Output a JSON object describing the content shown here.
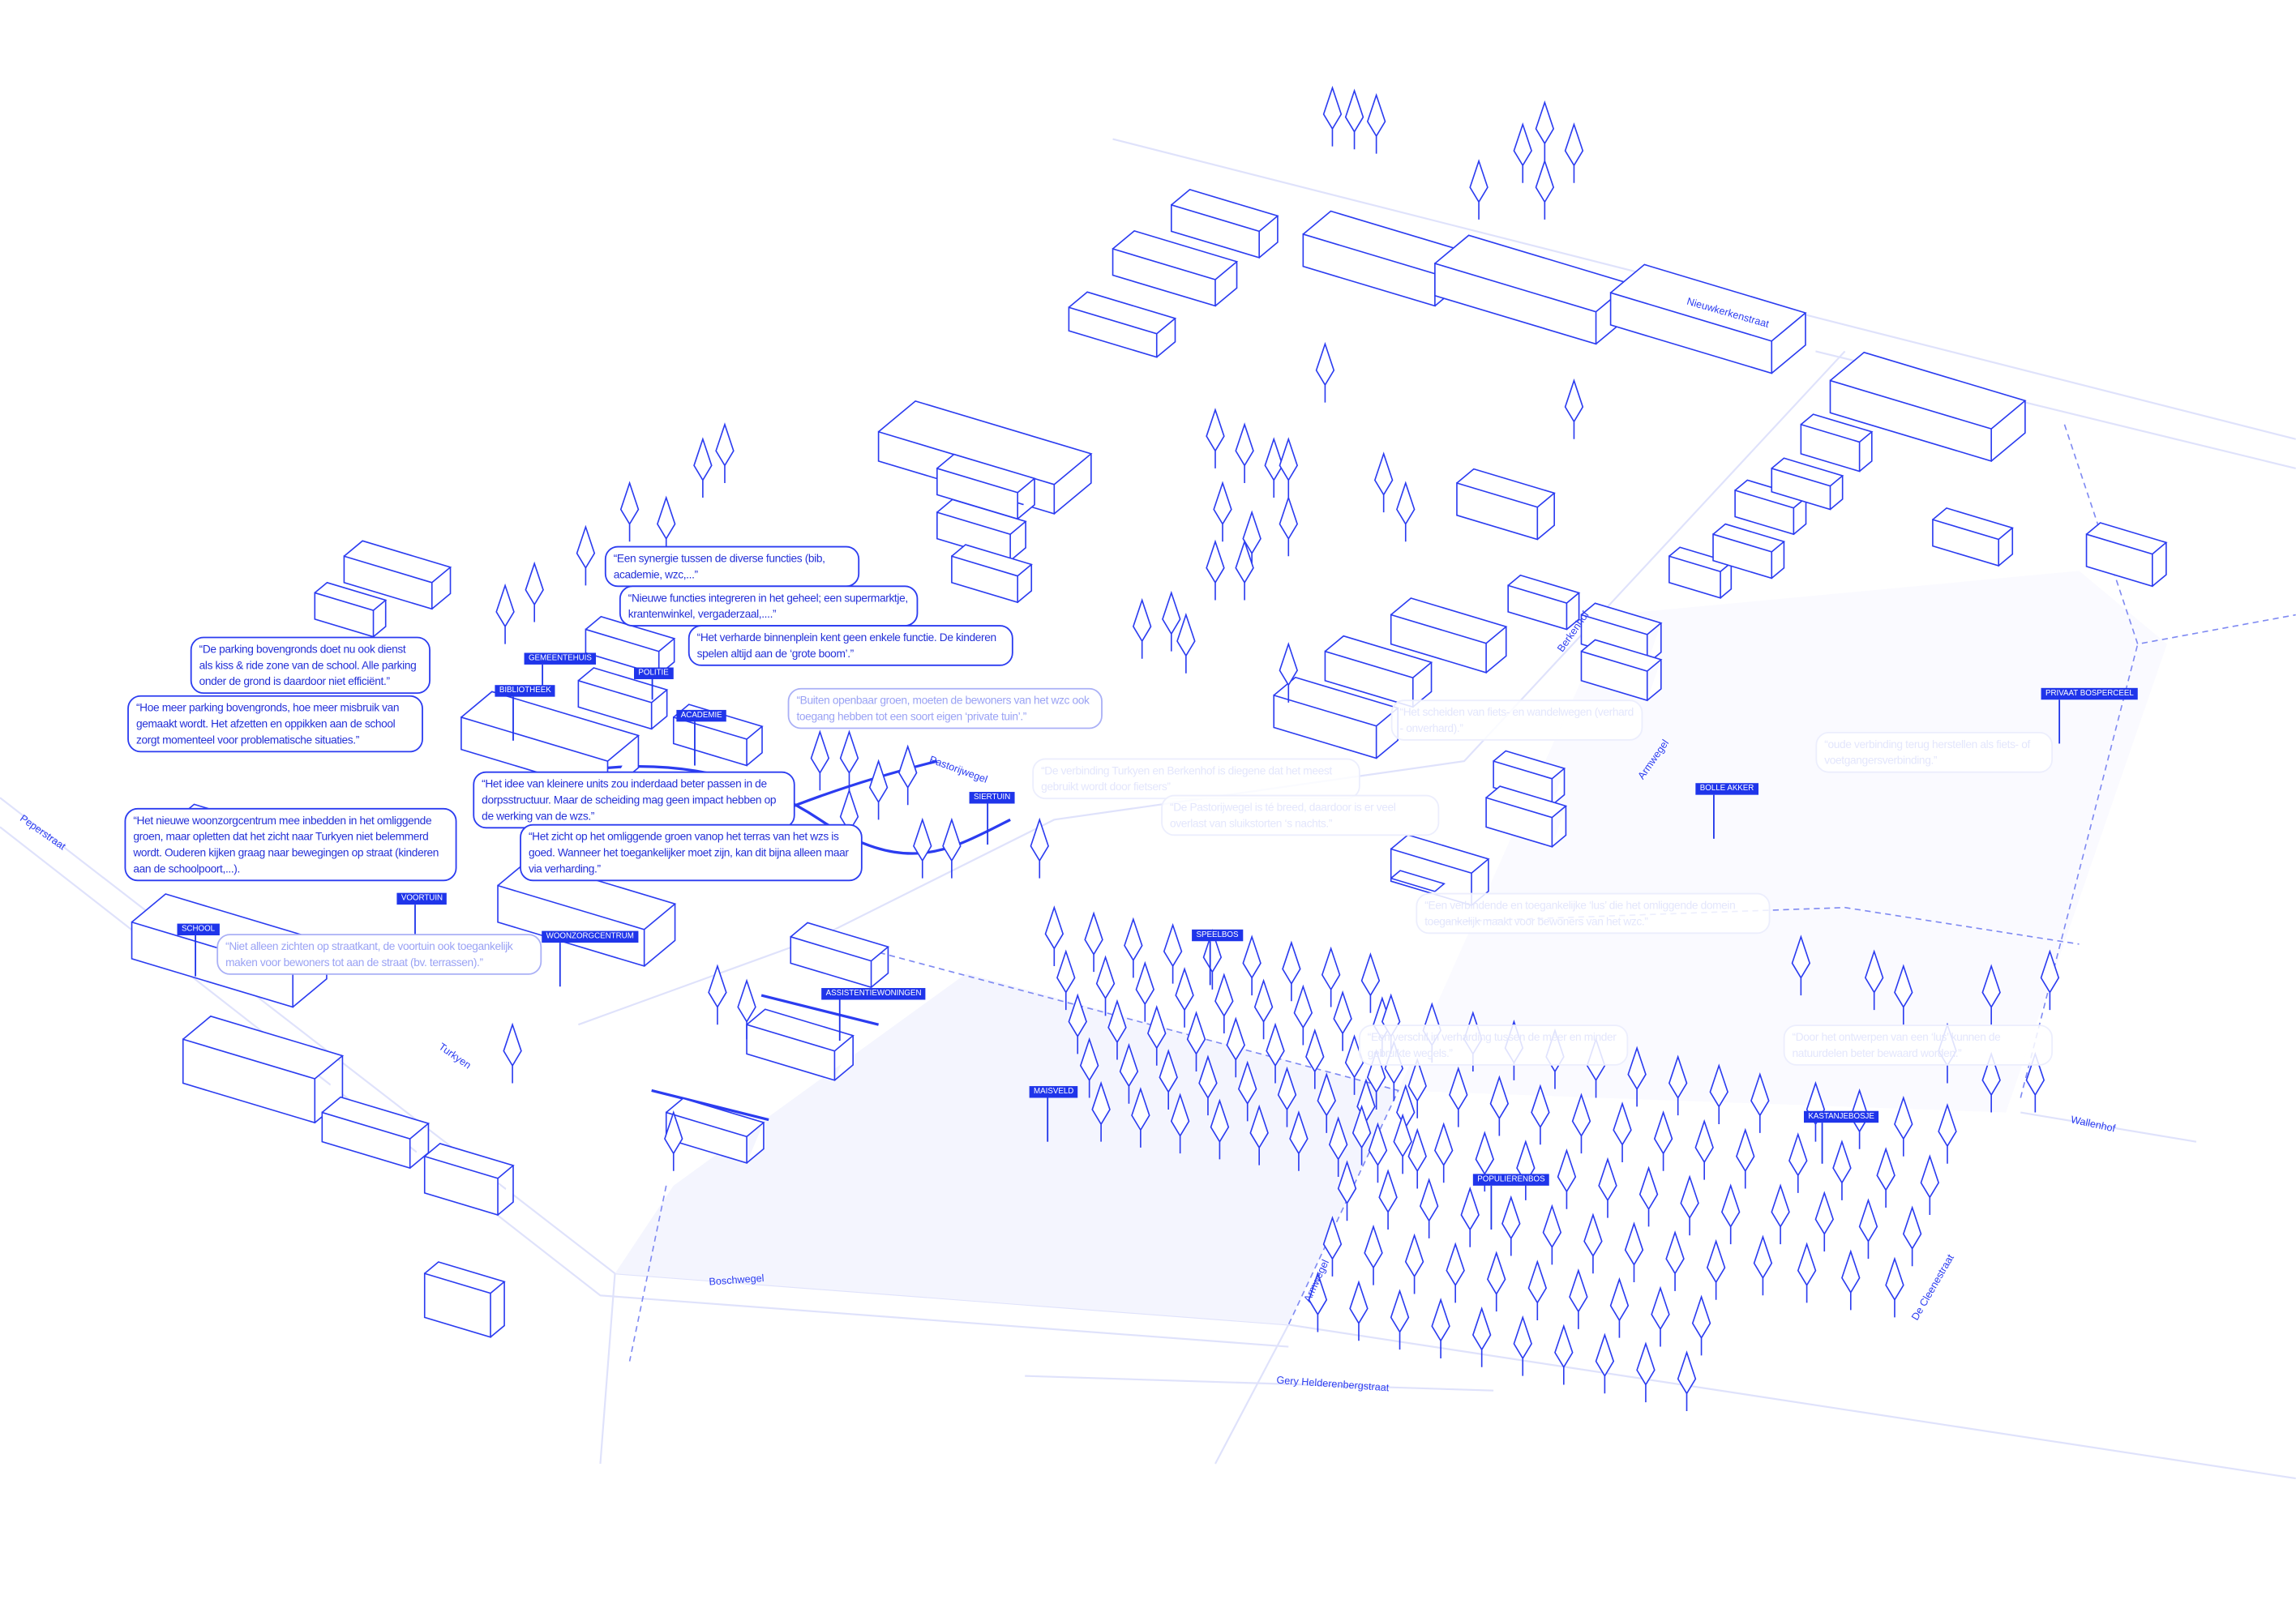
{
  "colors": {
    "line": "#2b3cf0",
    "tag": "#1f35ea",
    "faint": "#aab0f6",
    "ghost": "#e3e6fc"
  },
  "streets": [
    "Nieuwkerkenstraat",
    "Berkenhof",
    "Armwegel",
    "Pastorijwegel",
    "Peperstraat",
    "Turkyen",
    "Boschwegel",
    "Armwegel",
    "De Cleenestraat",
    "Gery Helderenbergstraat",
    "Wallenhof"
  ],
  "labels": [
    "GEMEENTEHUIS",
    "POLITIE",
    "BIBLIOTHEEK",
    "ACADEMIE",
    "SIERTUIN",
    "SCHOOL",
    "VOORTUIN",
    "WOONZORGCENTRUM",
    "ASSISTENTIEWONINGEN",
    "SPEELBOS",
    "MAISVELD",
    "BOLLE AKKER",
    "PRIVAAT BOSPERCEEL",
    "KASTANJEBOSJE",
    "POPULIERENBOS"
  ],
  "quotes": [
    "“Een synergie tussen de diverse functies (bib, academie, wzc,...”",
    "“Nieuwe functies integreren in het geheel; een supermarktje, krantenwinkel, vergaderzaal,....”",
    "“Het verharde binnenplein kent geen enkele functie. De kinderen spelen altijd aan de ‘grote boom’.”",
    "“De parking bovengronds doet nu ook dienst als kiss & ride zone van de school. Alle parking onder de grond is daardoor niet efficiënt.”",
    "“Hoe meer parking bovengronds, hoe meer misbruik van gemaakt wordt. Het afzetten en oppikken aan de school zorgt momenteel voor problematische situaties.”",
    "“Buiten openbaar groen, moeten de bewoners van het wzc ook toegang hebben tot een soort eigen ‘private tuin’.”",
    "“Het idee van kleinere units zou inderdaad beter passen in de dorpsstructuur. Maar de scheiding mag geen impact hebben op de werking van de wzs.”",
    "“Het zicht op het omliggende groen vanop het terras van het wzs is goed. Wanneer het toegankelijker moet zijn, kan dit bijna alleen maar via verharding.”",
    "“Het nieuwe woonzorgcentrum mee inbedden in het omliggende groen, maar opletten dat het zicht naar Turkyen niet belemmerd wordt. Ouderen kijken graag naar bewegingen op straat (kinderen aan de schoolpoort,...).",
    "“Niet alleen zichten op straatkant, de voortuin ook toegankelijk maken voor bewoners tot aan de straat (bv. terrassen).”",
    "“De verbinding Turkyen en Berkenhof is diegene dat het meest gebruikt wordt door fietsers”",
    "“De Pastorijwegel is té breed, daardoor is er veel overlast van sluikstorten ‘s nachts.”",
    "“Het scheiden van fiets- en wandelwegen (verhard - onverhard).”",
    "“oude verbinding terug herstellen als fiets- of voetgangersverbinding.”",
    "“Een verbindende en toegankelijke ‘lus’ die het omliggende domein toegankelijk maakt voor bewoners van het wzc.”",
    "“Een verschil in verharding tussen de meer en minder gebruikte wegels.”",
    "“Door het ontwerpen van een ‘lus’ kunnen de natuurdelen beter bewaard worden.”"
  ]
}
